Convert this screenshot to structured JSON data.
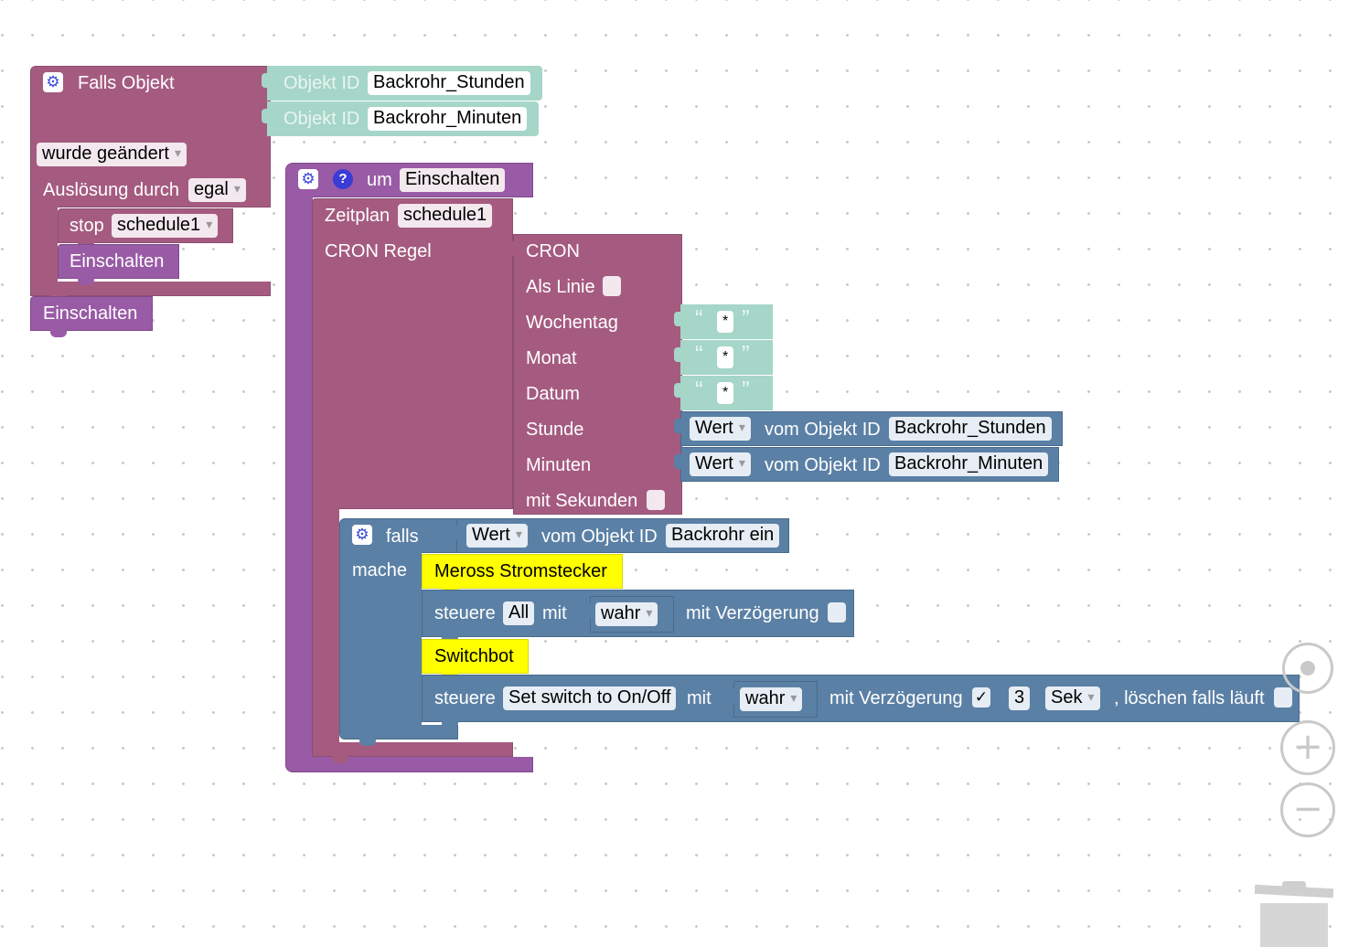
{
  "trigger": {
    "title": "Falls Objekt",
    "objects": [
      {
        "label": "Objekt ID",
        "value": "Backrohr_Stunden"
      },
      {
        "label": "Objekt ID",
        "value": "Backrohr_Minuten"
      }
    ],
    "condition": "wurde geändert",
    "trigger_by_label": "Auslösung durch",
    "trigger_by_value": "egal",
    "stop_label": "stop",
    "stop_value": "schedule1",
    "call_label": "Einschalten",
    "call_outside_label": "Einschalten"
  },
  "function": {
    "prefix": "um",
    "name": "Einschalten",
    "schedule_label": "Zeitplan",
    "schedule_value": "schedule1",
    "cron_rule_label": "CRON Regel"
  },
  "cron": {
    "title": "CRON",
    "as_line_label": "Als Linie",
    "weekday_label": "Wochentag",
    "month_label": "Monat",
    "date_label": "Datum",
    "hour_label": "Stunde",
    "minutes_label": "Minuten",
    "seconds_label": "mit Sekunden",
    "string_value": "*",
    "open_quote": "“",
    "close_quote": "”"
  },
  "value_blocks": {
    "value_label": "Wert",
    "of_object_label": "vom Objekt ID",
    "hour_object": "Backrohr_Stunden",
    "minutes_object": "Backrohr_Minuten"
  },
  "if_block": {
    "if_label": "falls",
    "value_label": "Wert",
    "of_object_label": "vom Objekt ID",
    "object": "Backrohr ein",
    "do_label": "mache"
  },
  "device1": {
    "comment": "Meross Stromstecker",
    "control_label": "steuere",
    "target": "All",
    "with_label": "mit",
    "value": "wahr",
    "delay_label": "mit Verzögerung"
  },
  "device2": {
    "comment": "Switchbot",
    "control_label": "steuere",
    "target": "Set switch to On/Off",
    "with_label": "mit",
    "value": "wahr",
    "delay_label": "mit Verzögerung",
    "delay_checked": "✓",
    "delay_amount": "3",
    "unit": "Sek",
    "clear_label": ", löschen falls läuft"
  },
  "icons": {
    "gear": "⚙",
    "help": "?",
    "plus": "+",
    "minus": "−"
  },
  "colors": {
    "event_purple": "#a55b80",
    "function_purple": "#995ba5",
    "value_blue": "#5b80a5",
    "text_teal": "#a5d6c8",
    "comment_yellow": "#ffff00"
  }
}
